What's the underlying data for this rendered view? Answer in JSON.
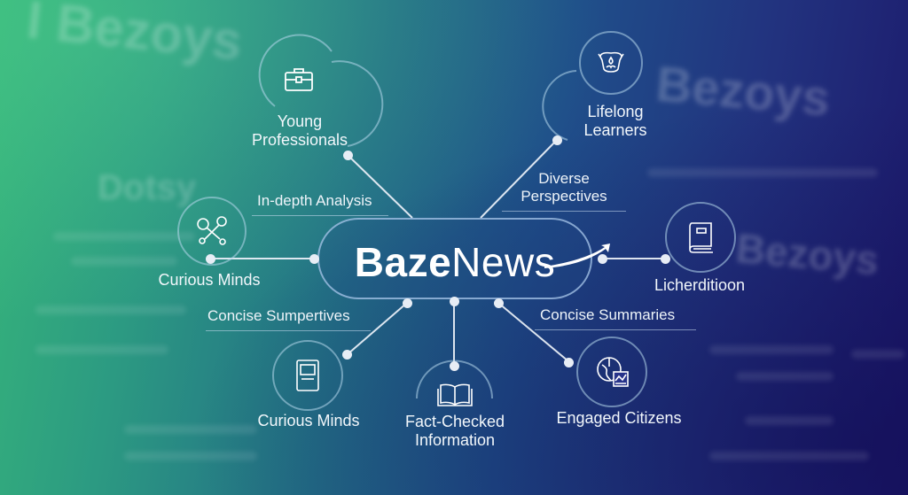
{
  "hub": {
    "logo_bold": "Baze",
    "logo_regular": "News"
  },
  "audiences": [
    {
      "label": "Young Professionals",
      "line1": "Young",
      "line2": "Professionals",
      "icon": "briefcase-icon"
    },
    {
      "label": "Lifelong Learners",
      "line1": "Lifelong",
      "line2": "Learners",
      "icon": "lotus-drop-icon"
    },
    {
      "label": "Curious Minds",
      "line1": "Curious Minds",
      "icon": "molecule-nodes-icon"
    },
    {
      "label": "Licherditioon",
      "line1": "Licherditioon",
      "icon": "book-icon"
    },
    {
      "label": "Curious Minds",
      "line1": "Curious Minds",
      "icon": "tablet-document-icon"
    },
    {
      "label": "Fact-Checked Information",
      "line1": "Fact-Checked",
      "line2": "Information",
      "icon": "open-book-icon"
    },
    {
      "label": "Engaged Citizens",
      "line1": "Engaged Citizens",
      "icon": "chart-globe-icon"
    }
  ],
  "features": [
    {
      "label": "In-depth Analysis"
    },
    {
      "line1": "Diverse",
      "line2": "Perspectives"
    },
    {
      "label": "Concise Sumpertives"
    },
    {
      "label": "Concise Summaries"
    }
  ],
  "background": {
    "ghost_texts": [
      "I Bezoys",
      "Bezoys",
      "Dotsy",
      "Bezoys"
    ]
  },
  "colors": {
    "gradient_left": "#36b57a",
    "gradient_mid": "#1f4f8a",
    "gradient_right": "#1c176a",
    "line": "#e7edf5"
  }
}
